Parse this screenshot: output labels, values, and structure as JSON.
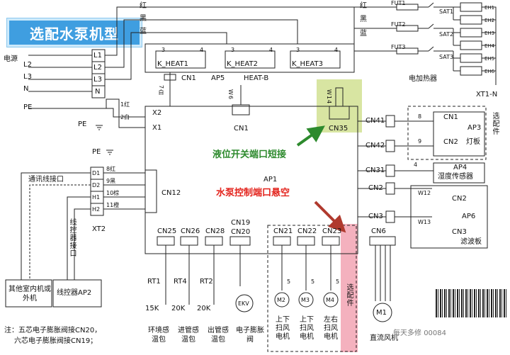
{
  "banner": {
    "title": "选配水泵机型"
  },
  "power": {
    "label": "电源",
    "lines": [
      "L1",
      "L2",
      "L3",
      "N",
      "PE"
    ],
    "terminals": [
      "L1",
      "L2",
      "L3",
      "N"
    ],
    "pe_ground": "PE"
  },
  "wire_colors": {
    "red": "红",
    "black": "黑",
    "blue": "蓝",
    "white": "白",
    "brown": "棕",
    "orange": "橙"
  },
  "heaters": {
    "relays": [
      "K_HEAT1",
      "K_HEAT2",
      "K_HEAT3"
    ],
    "fuses": [
      "FUT1",
      "FUT2",
      "FUT3"
    ],
    "thermostats": [
      "SAT1",
      "SAT2",
      "SAT3"
    ],
    "elements": [
      "EH1",
      "EH2",
      "EH3",
      "EH4",
      "EH5",
      "EH6"
    ],
    "label": "电加热器",
    "terminal": "XT1-N",
    "relay_pins": [
      "3",
      "4"
    ]
  },
  "ap5": {
    "label": "AP5",
    "cn1": "CN1",
    "heat_b": "HEAT-B"
  },
  "ap1": {
    "label": "AP1",
    "x1": "X1",
    "x2": "X2",
    "cn1": "CN1",
    "cn35": "CN35",
    "cn12": "CN12",
    "wires": {
      "w7": "7白",
      "w6": "W6",
      "w14": "W14"
    },
    "num_labels": [
      "1红",
      "2白"
    ]
  },
  "comm": {
    "label": "通讯线接口",
    "pins": [
      "D1",
      "D2",
      "H1",
      "H2"
    ],
    "wires": [
      "8红",
      "9黑",
      "10棕",
      "11橙"
    ],
    "xt2": "XT2",
    "wired_label": "线控器接口",
    "other_unit": "其他室内机或外机",
    "controller": "线控器AP2"
  },
  "connectors_bottom": [
    "CN25",
    "CN26",
    "CN28",
    "CN19",
    "CN20",
    "CN21",
    "CN22",
    "CN23",
    "CN6"
  ],
  "sensors": {
    "rt": [
      "RT1",
      "RT4",
      "RT2"
    ],
    "values": [
      "15K",
      "20K",
      "20K"
    ],
    "labels": [
      "环境感温包",
      "进管感温包",
      "出管感温包"
    ]
  },
  "ekv": {
    "symbol": "EKV",
    "label": "电子膨胀阀"
  },
  "swing": {
    "motors": [
      "M2",
      "M3",
      "M4"
    ],
    "labels": [
      "上下扫风电机",
      "上下扫风电机",
      "左右扫风电机"
    ],
    "wire_count": "5",
    "optional": "选配件"
  },
  "dc_fan": {
    "symbol": "M1",
    "label": "直流风机"
  },
  "right_side": {
    "cn41": "CN41",
    "cn42": "CN42",
    "cn31": "CN31",
    "cn2": "CN2",
    "cn3": "CN3",
    "ap3": {
      "label": "AP3",
      "cn1": "CN1",
      "cn2": "CN2",
      "desc": "灯板",
      "wires": [
        "8",
        "9"
      ]
    },
    "optional": "选配件",
    "ap4": {
      "label": "AP4",
      "desc": "湿度传感器",
      "wire": "4"
    },
    "ap6": {
      "label": "AP6",
      "desc": "滤波板",
      "w12": "W12",
      "w13": "W13",
      "cn2": "CN2",
      "cn3": "CN3"
    }
  },
  "callouts": {
    "float_switch": "液位开关端口短接",
    "pump_port": "水泵控制端口悬空"
  },
  "notes": [
    "注：五芯电子膨胀阀接CN20，",
    "六芯电子膨胀阀接CN19；"
  ],
  "watermark": "每天多修",
  "serial": "00084",
  "colors": {
    "banner": "#3f9ee0",
    "green_highlight": "#b8cf55",
    "pink_highlight": "#f2a3b3",
    "callout_red": "#e3231c",
    "callout_green": "#2d8a2d"
  }
}
